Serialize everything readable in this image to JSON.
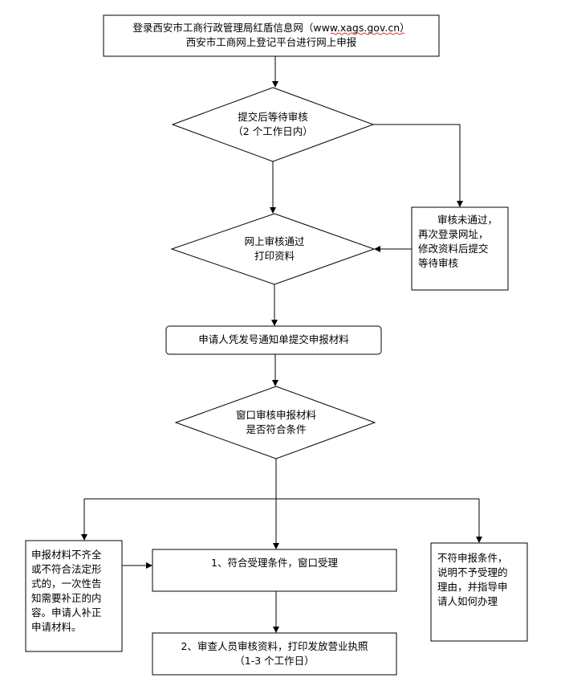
{
  "nodes": {
    "start": {
      "line1": "登录西安市工商行政管理局红盾信息网（www.xags.gov.cn）",
      "line2": "西安市工商网上登记平台进行网上申报"
    },
    "submit_wait": {
      "line1": "提交后等待审核",
      "line2": "（2 个工作日内）"
    },
    "rejected": {
      "line1": "审核未通过，",
      "line2": "再次登录网址，",
      "line3": "修改资料后提交",
      "line4": "等待审核"
    },
    "online_pass": {
      "line1": "网上审核通过",
      "line2": "打印资料"
    },
    "submit_materials": {
      "line1": "申请人凭发号通知单提交申报材料"
    },
    "window_review": {
      "line1": "窗口审核申报材料",
      "line2": "是否符合条件"
    },
    "incomplete": {
      "line1": "申报材料不齐全",
      "line2": "或不符合法定形",
      "line3": "式的，一次性告",
      "line4": "知需要补正的内",
      "line5": "容。申请人补正",
      "line6": "申请材料。"
    },
    "accept": {
      "line1": "1、符合受理条件，窗口受理"
    },
    "not_accept": {
      "line1": "不符申报条件，",
      "line2": "说明不予受理的",
      "line3": "理由，并指导申",
      "line4": "请人如何办理"
    },
    "issue_license": {
      "line1": "2、审查人员审核资料，打印发放营业执照",
      "line2": "（1-3 个工作日）"
    }
  },
  "colors": {
    "stroke": "#000000",
    "link_underline": "#c00000"
  }
}
